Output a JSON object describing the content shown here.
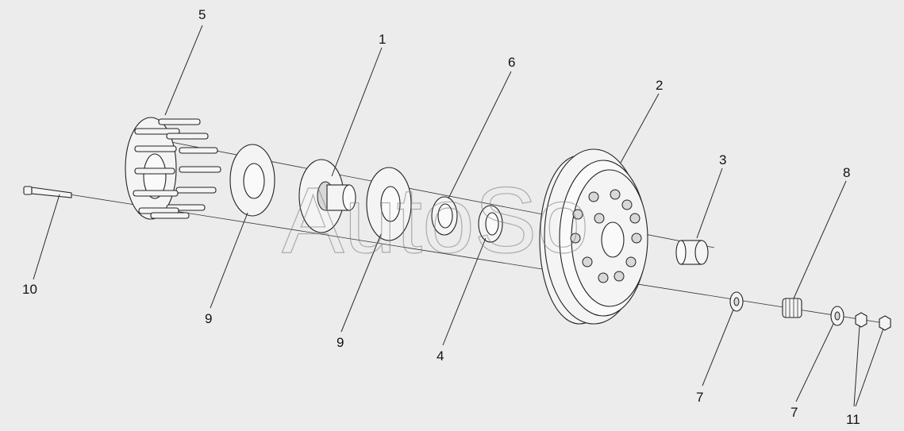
{
  "watermark": "AutoSo",
  "callouts": [
    {
      "id": "1",
      "label": "1"
    },
    {
      "id": "2",
      "label": "2"
    },
    {
      "id": "3",
      "label": "3"
    },
    {
      "id": "4",
      "label": "4"
    },
    {
      "id": "5",
      "label": "5"
    },
    {
      "id": "6",
      "label": "6"
    },
    {
      "id": "7a",
      "label": "7"
    },
    {
      "id": "7b",
      "label": "7"
    },
    {
      "id": "8",
      "label": "8"
    },
    {
      "id": "9a",
      "label": "9"
    },
    {
      "id": "9b",
      "label": "9"
    },
    {
      "id": "10",
      "label": "10"
    },
    {
      "id": "11",
      "label": "11"
    }
  ]
}
